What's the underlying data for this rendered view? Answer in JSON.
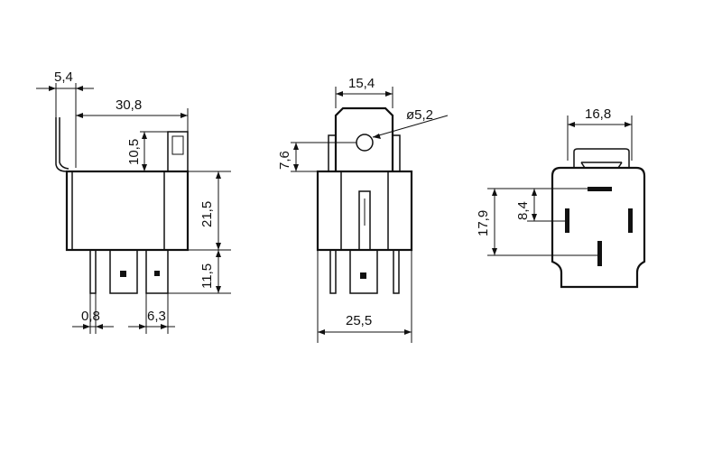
{
  "colors": {
    "background": "#ffffff",
    "ink": "#111111"
  },
  "side_view": {
    "dim_offset": "5,4",
    "dim_length": "30,8",
    "dim_terminal_height": "10,5",
    "dim_body_height": "21,5",
    "dim_pin_length": "11,5",
    "dim_pin_thickness": "0,8",
    "dim_tab_width": "6,3"
  },
  "front_view": {
    "dim_bracket_width": "15,4",
    "dim_hole": "ø5,2",
    "dim_hole_height": "7,6",
    "dim_body_width": "25,5"
  },
  "bottom_view": {
    "dim_top_width": "16,8",
    "dim_pin_spacing": "8,4",
    "dim_total_height": "17,9"
  }
}
